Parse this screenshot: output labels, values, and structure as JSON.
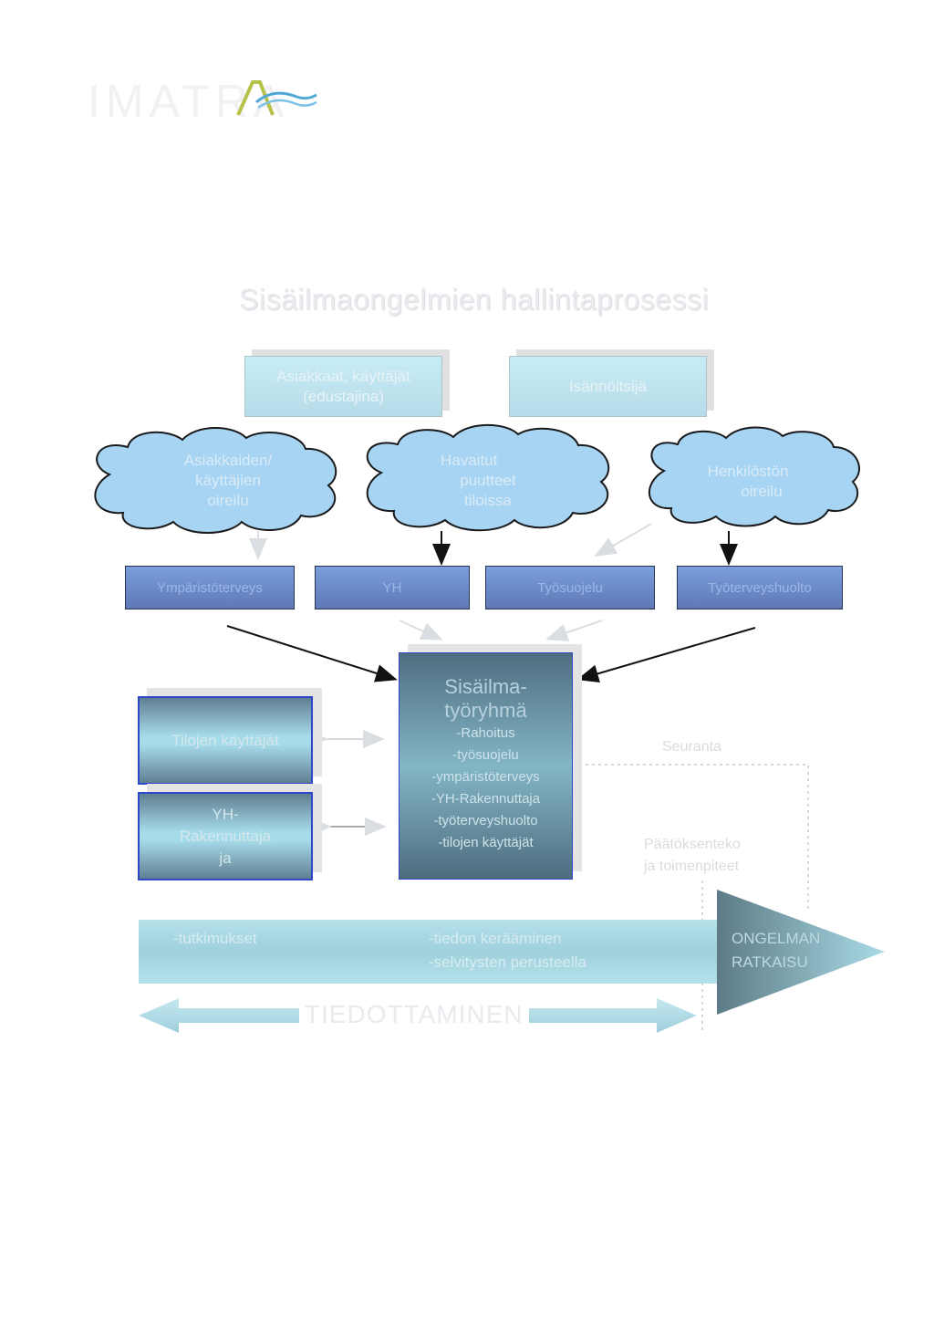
{
  "header": {
    "logo_text": "IMATRA",
    "intro_line1": "",
    "intro_line2": ""
  },
  "diagram": {
    "title": "Sisäilmaongelmien hallintaprosessi",
    "top_left_box": [
      "Asiakkaat, käyttäjät",
      "(edustajina)"
    ],
    "top_right_box": "Isännöitsijä",
    "clouds": [
      [
        "Asiakkaiden/",
        "käyttäjien",
        "oireilu"
      ],
      [
        "Havaitut",
        "puutteet",
        "tiloissa"
      ],
      [
        "Henkilöstön",
        "oireilu"
      ]
    ],
    "blue_bars": [
      "Ympäristöterveys",
      "YH",
      "Työsuojelu",
      "Työterveyshuolto"
    ],
    "side_box_1": "Tilojen käyttäjät",
    "side_box_2": [
      "YH-",
      "Rakennuttaja",
      "ja"
    ],
    "central_box": {
      "title_line1": "Sisäilma-",
      "title_line2": "työryhmä",
      "items": [
        "-Rahoitus",
        "-työsuojelu",
        "-ympäristöterveys",
        "-YH-Rakennuttaja",
        "-työterveyshuolto",
        "-tilojen käyttäjät"
      ]
    },
    "label_seuranta": "Seuranta",
    "label_paatoksenteko": [
      "Päätöksenteko",
      "ja toimenpiteet"
    ],
    "big_arrow": {
      "left_text": "-tutkimukset",
      "mid_text_1": "-tiedon kerääminen",
      "mid_text_2": "-selvitysten perusteella",
      "head_text_1": "ONGELMAN",
      "head_text_2": "RATKAISU"
    },
    "bottom_label": "TIEDOTTAMINEN"
  },
  "colors": {
    "accent_green": "#b6c24a",
    "wave_blue": "#4fa7d7",
    "cloud_fill": "#a7d4f3",
    "bar_blue": "#6a8acb",
    "border_blue": "#2f48c9"
  }
}
